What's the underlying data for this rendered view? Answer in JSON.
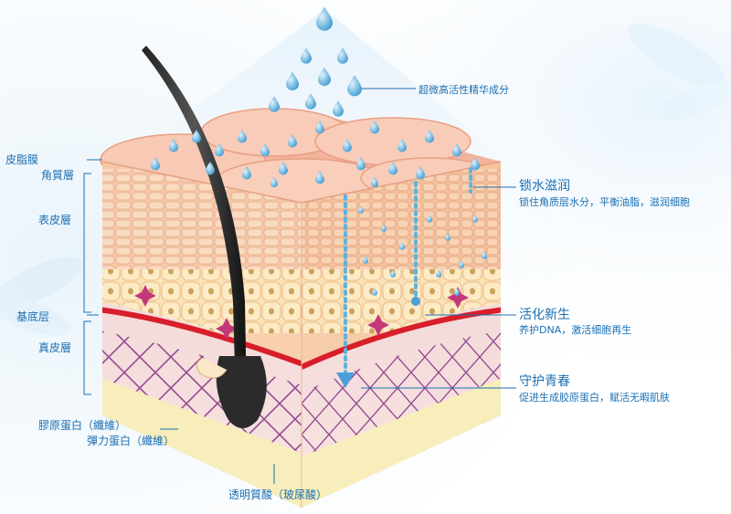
{
  "left_labels": {
    "sebum_film": "皮脂膜",
    "stratum_corneum": "角質層",
    "epidermis": "表皮層",
    "basal_layer": "基底层",
    "dermis": "真皮層"
  },
  "top_label": "超微高活性精华成分",
  "benefits": [
    {
      "title": "锁水滋润",
      "desc": "锁住角质层水分，平衡油脂，滋润细胞"
    },
    {
      "title": "活化新生",
      "desc": "养护DNA，激活细胞再生"
    },
    {
      "title": "守护青春",
      "desc": "促进生成胶原蛋白，赋活无暇肌肤"
    }
  ],
  "bottom_labels": {
    "collagen": "膠原蛋白（纖維）",
    "elastin": "彈力蛋白（纖維）",
    "hyaluronic": "透明質酸（玻尿酸）"
  },
  "colors": {
    "label_blue": "#1b6fb2",
    "droplet_blue": "#5fb3e0",
    "skin_top": "#f2b7a2",
    "basal_red": "#d81e2a",
    "dermis_purple": "#8a3a88",
    "hypodermis_yellow": "#f7eebb"
  },
  "icons": [
    "water-droplet-icon",
    "hair-strand-icon",
    "hair-follicle-icon",
    "skin-cell-icon",
    "fiber-network-icon"
  ]
}
